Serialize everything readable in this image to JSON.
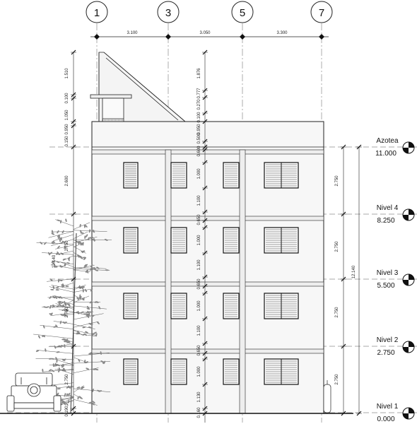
{
  "grid": [
    "1",
    "3",
    "5",
    "7"
  ],
  "top_dims": [
    "3.100",
    "3.050",
    "3.300"
  ],
  "levels": [
    {
      "name": "Azotea",
      "value": "11.000"
    },
    {
      "name": "Nivel 4",
      "value": "8.250"
    },
    {
      "name": "Nivel 3",
      "value": "5.500"
    },
    {
      "name": "Nivel 2",
      "value": "2.750"
    },
    {
      "name": "Nivel 1",
      "value": "0.000"
    }
  ],
  "left_dims": {
    "d1": "1.510",
    "d2": "1.050",
    "d3": "0.100",
    "d4": "0.150",
    "d5": "0.950",
    "d6": "2.600",
    "d7": "2.750",
    "d8": "12.140",
    "d9": "2.750",
    "d10": "2.750",
    "d11": "0.190"
  },
  "center_dims": {
    "c1": "1.876",
    "c2": "0.270",
    "c3": "0.777",
    "c4": "0.100",
    "c5": "0.950",
    "c6": "0.500",
    "c7": "0.600",
    "c8": "1.000",
    "c9": "1.100",
    "c10": "0.650",
    "c11": "1.000",
    "c12": "1.100",
    "c13": "0.650",
    "c14": "1.000",
    "c15": "1.100",
    "c16": "0.650",
    "c17": "1.000",
    "c18": "1.130",
    "c19": "0.160"
  },
  "right_dims": {
    "r1": "2.750",
    "r2": "2.750",
    "r3": "2.750",
    "r4": "2.750",
    "total": "12.140"
  }
}
